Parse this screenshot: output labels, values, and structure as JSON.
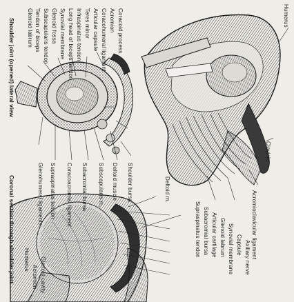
{
  "figure": {
    "top_view_caption": "Shoulder joint (opened) lateral view",
    "bottom_view_caption": "Coronal section through shoulder joint",
    "labels": {
      "top": {
        "a": "Glenoid labrum",
        "b": "Tendon of biceps",
        "c": "Subscapularis tendon",
        "d": "Glenoid fossa",
        "e": "Synovial membrane",
        "f": "Long head of biceps tendon",
        "g": "Infraspinatus tendon",
        "h": "Teres minor",
        "i": "Articular capsule",
        "j": "Coracohumeral ligament",
        "k": "Acromion",
        "l": "Coracoid process",
        "m": "Glenohumeral ligaments",
        "n": "Supraspinatus tendon",
        "o": "Coracoacromial ligament",
        "p": "Subacromial bursa",
        "q": "Subscapularis m.",
        "r": "Deltoid muscle",
        "s": "Shoulder bursa",
        "t": "Humerus",
        "u": "Clavicle",
        "v": "Acromioclavicular ligament"
      },
      "bottom": {
        "a": "Deltoid m.",
        "b": "Supraspinatus tendon",
        "c": "Subacromial bursa",
        "d": "Articular cartilage",
        "e": "Glenoid labrum",
        "f": "Synovial membrane",
        "g": "Capsule",
        "h": "Axillary nerve",
        "i": "Humerus",
        "j": "Acromion",
        "k": "Glenoid cavity"
      }
    }
  }
}
